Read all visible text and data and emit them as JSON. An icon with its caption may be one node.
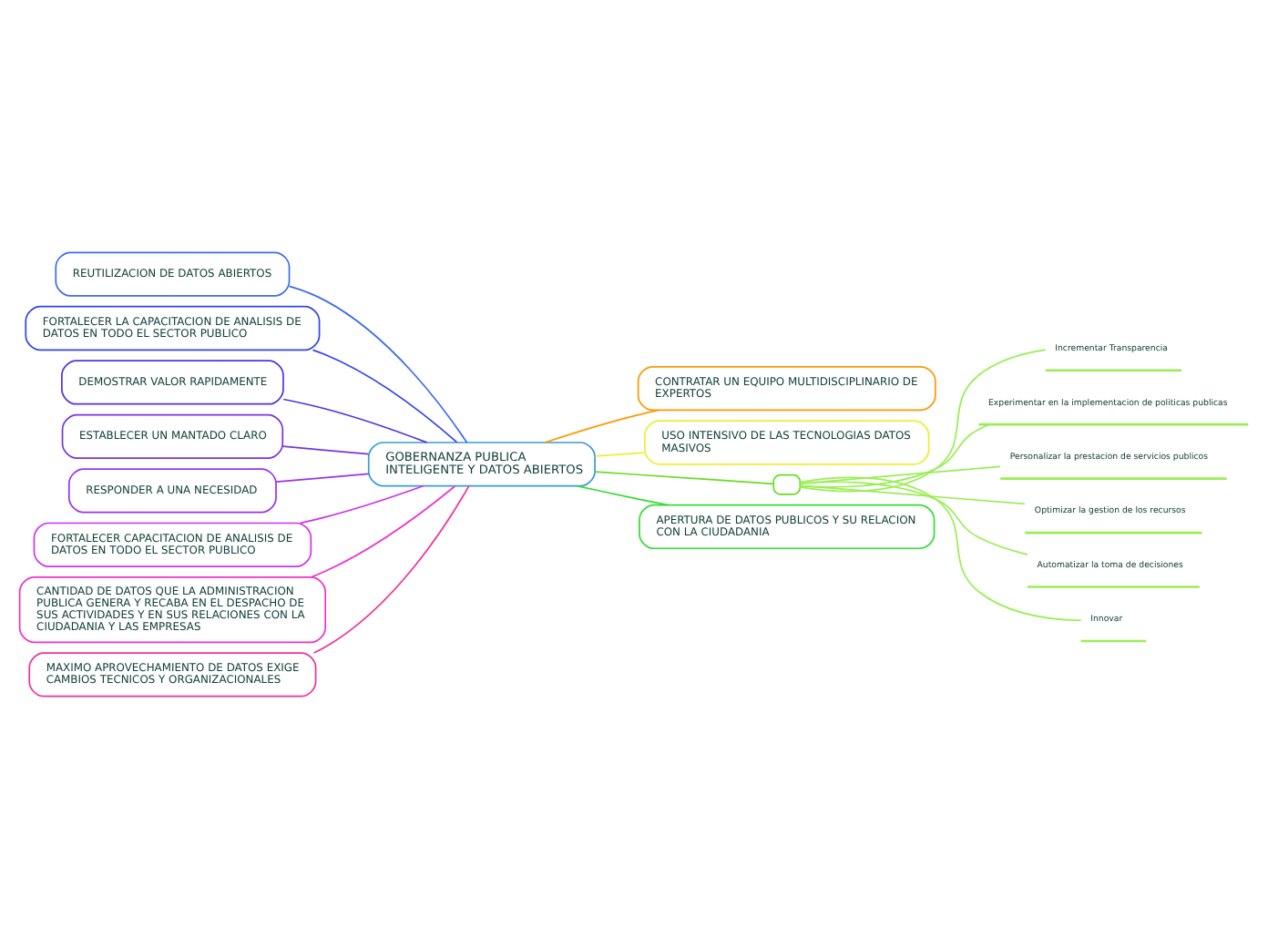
{
  "diagram": {
    "nodes": [
      {
        "text": [
          "GOBERNANZA PUBLICA INTELIGENTE Y DATOS ABIERTOS"
        ]
      },
      {
        "text": [
          "REUTILIZACION DE DATOS ABIERTOS"
        ]
      },
      {
        "text": [
          "FORTALECER LA CAPACITACION DE ANALISIS DE DATOS EN TODO EL SECTOR PUBLICO"
        ]
      },
      {
        "text": [
          "DEMOSTRAR VALOR RAPIDAMENTE"
        ]
      },
      {
        "text": [
          "ESTABLECER UN MANTADO CLARO"
        ]
      },
      {
        "text": [
          "RESPONDER A UNA NECESIDAD"
        ]
      },
      {
        "text": [
          "FORTALECER CAPACITACION DE ANALISIS DE DATOS EN TODO EL SECTOR PUBLICO"
        ]
      },
      {
        "text": [
          "CANTIDAD DE DATOS QUE LA ADMINISTRACION PUBLICA GENERA Y RECABA EN EL DESPACHO DE SUS ACTIVIDADES Y EN SUS RELACIONES CON LA CIUDADANIA Y LAS EMPRESAS"
        ]
      },
      {
        "text": [
          "MAXIMO APROVECHAMIENTO DE DATOS EXIGE CAMBIOS TECNICOS Y ORGANIZACIONALES"
        ]
      },
      {
        "text": [
          "CONTRATAR UN EQUIPO MULTIDISCIPLINARIO DE EXPERTOS"
        ]
      },
      {
        "text": [
          "USO INTENSIVO DE LAS TECNOLOGIAS DATOS MASIVOS"
        ]
      },
      {
        "text": [],
        "shape": "box"
      },
      {
        "text": [
          "Incrementar Transparencia"
        ]
      },
      {
        "text": [
          "Experimentar en la implementacion de politicas publicas"
        ]
      },
      {
        "text": [
          "Personalizar la prestacion de servicios publicos"
        ]
      },
      {
        "text": [
          "Optimizar la gestion de los recursos"
        ]
      },
      {
        "text": [
          "Automatizar la toma de decisiones"
        ]
      },
      {
        "text": [
          "Innovar"
        ]
      },
      {
        "text": [
          "APERTURA DE DATOS PUBLICOS Y SU RELACION CON LA CIUDADANIA"
        ]
      }
    ],
    "edges": [
      {
        "from": 1,
        "to": 0,
        "arrow": "none",
        "color": "#3b6cf0"
      },
      {
        "from": 2,
        "to": 0,
        "arrow": "none",
        "color": "#3344ee"
      },
      {
        "from": 3,
        "to": 0,
        "arrow": "none",
        "color": "#5533dd"
      },
      {
        "from": 4,
        "to": 0,
        "arrow": "none",
        "color": "#7a33dd"
      },
      {
        "from": 5,
        "to": 0,
        "arrow": "none",
        "color": "#9933ee"
      },
      {
        "from": 6,
        "to": 0,
        "arrow": "none",
        "color": "#cc33ee"
      },
      {
        "from": 7,
        "to": 0,
        "arrow": "none",
        "color": "#ee33cc"
      },
      {
        "from": 8,
        "to": 0,
        "arrow": "none",
        "color": "#ee3399"
      },
      {
        "from": 0,
        "to": 9,
        "arrow": "none",
        "color": "#ff9900"
      },
      {
        "from": 0,
        "to": 10,
        "arrow": "none",
        "color": "#eeee33"
      },
      {
        "from": 0,
        "to": 11,
        "arrow": "none",
        "color": "#66dd22"
      },
      {
        "from": 11,
        "to": 12,
        "arrow": "none",
        "color": "#99ee55"
      },
      {
        "from": 11,
        "to": 13,
        "arrow": "none",
        "color": "#99ee55"
      },
      {
        "from": 11,
        "to": 14,
        "arrow": "none",
        "color": "#99ee55"
      },
      {
        "from": 11,
        "to": 15,
        "arrow": "none",
        "color": "#99ee55"
      },
      {
        "from": 11,
        "to": 16,
        "arrow": "none",
        "color": "#99ee55"
      },
      {
        "from": 11,
        "to": 17,
        "arrow": "none",
        "color": "#99ee55"
      },
      {
        "from": 0,
        "to": 18,
        "arrow": "none",
        "color": "#33dd33"
      }
    ]
  }
}
